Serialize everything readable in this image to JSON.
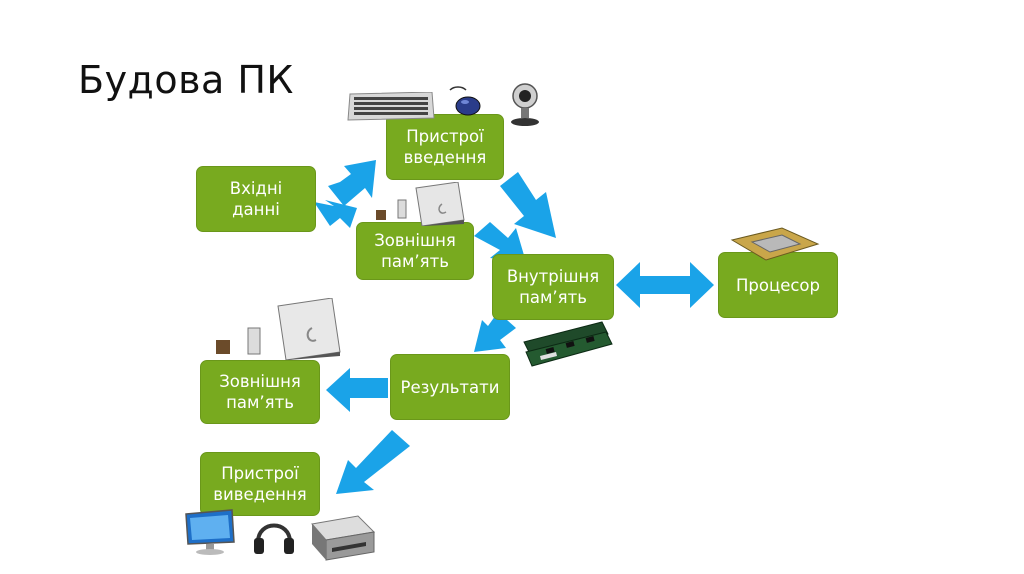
{
  "title": "Будова ПК",
  "colors": {
    "box": "#78aa1f",
    "arrow": "#1aa3e8"
  },
  "nodes": {
    "input_devices": "Пристрої\nвведення",
    "input_data": "Вхідні\nданні",
    "external_memory_top": "Зовнішня\nпам’ять",
    "internal_memory": "Внутрішня\nпам’ять",
    "processor": "Процесор",
    "results": "Результати",
    "external_memory_bottom": "Зовнішня\nпам’ять",
    "output_devices": "Пристрої\nвиведення"
  },
  "pictures": [
    "keyboard",
    "mouse",
    "webcam",
    "flash-drive",
    "external-hdd",
    "cpu-chip",
    "ram-modules",
    "monitor",
    "headphones",
    "printer"
  ]
}
